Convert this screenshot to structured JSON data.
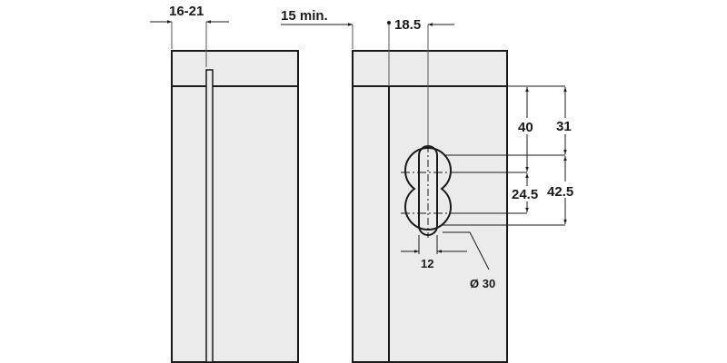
{
  "drawing": {
    "type": "technical-dimension-drawing",
    "fill_color": "#ebebeb",
    "line_color": "#1a1a1a",
    "dim_line_color": "#555555"
  },
  "left_view": {
    "dimension_label": "16-21"
  },
  "right_view": {
    "dimension_min_label": "15 min.",
    "dimension_offset_label": "18.5",
    "dimension_40": "40",
    "dimension_31": "31",
    "dimension_24_5": "24.5",
    "dimension_42_5": "42.5",
    "dimension_12": "12",
    "dimension_diameter": "Ø 30"
  }
}
